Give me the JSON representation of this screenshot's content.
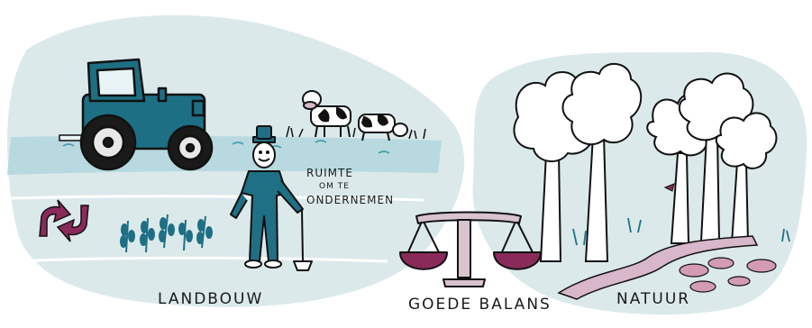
{
  "labels": {
    "landbouw": "Landbouw",
    "goede_balans": "Goede balans",
    "natuur": "Natuur",
    "ruimte_line1": "Ruimte",
    "ruimte_line2": "om te",
    "ruimte_line3": "ondernemen"
  },
  "colors": {
    "background_blob": "#dbe9eb",
    "water_band": "#b7d9df",
    "tractor": "#1d6f83",
    "farmer": "#1f6f85",
    "arrows": "#8a2a5b",
    "scale_pan": "#8a2a5b",
    "scale_frame": "#d8c3cf",
    "path": "#d8b7cb",
    "flowers": "#d39bb6"
  }
}
